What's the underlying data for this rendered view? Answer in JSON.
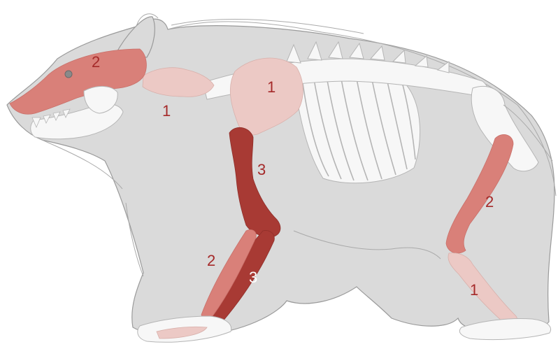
{
  "colors": {
    "background": "#ffffff",
    "body_fill": "#dadada",
    "body_outline": "#9a9a9a",
    "fur_stroke": "#aaaaaa",
    "bone_white": "#f7f7f7",
    "bone_outline": "#b5b5b5",
    "level_1": "#ecc9c5",
    "level_2": "#d98079",
    "level_3": "#a83a34",
    "label_dark": "#a52a2a",
    "label_light": "#ffffff"
  },
  "labels": {
    "skull": "2",
    "neck": "1",
    "scapula": "1",
    "humerus": "3",
    "radius": "2",
    "ulna": "3",
    "femur": "2",
    "tibia": "1"
  }
}
